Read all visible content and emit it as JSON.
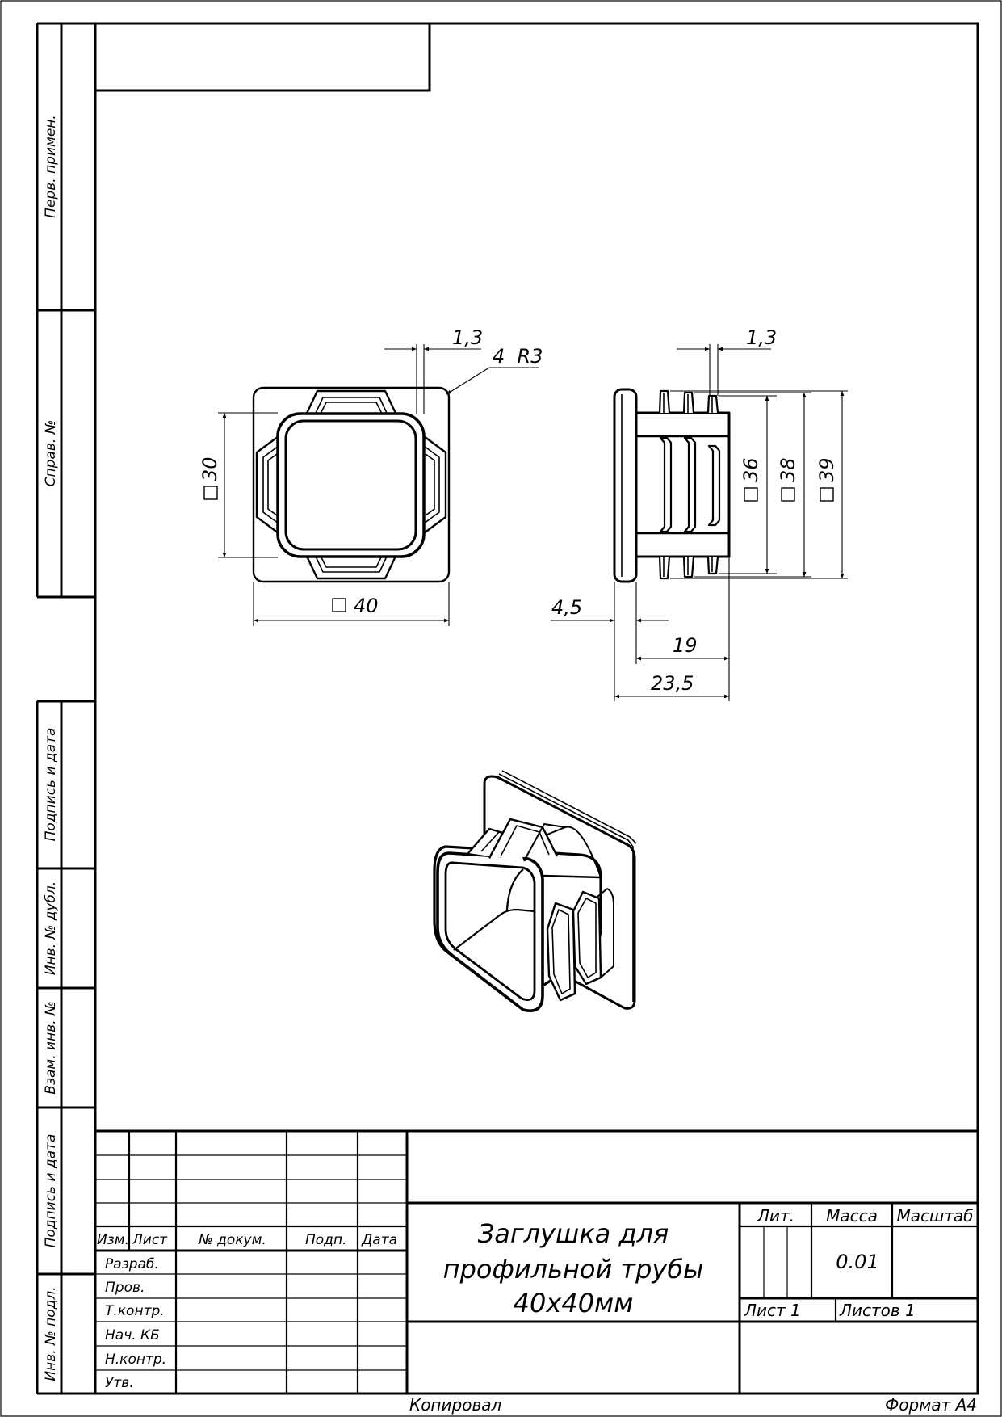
{
  "side_strip": {
    "perv_primen": "Перв. примен.",
    "sprav_no": "Справ. №",
    "podpis_data_1": "Подпись и дата",
    "inv_no_dubl": "Инв. № дубл.",
    "vzam_inv_no": "Взам. инв. №",
    "podpis_data_2": "Подпись и дата",
    "inv_no_podl": "Инв. № подл."
  },
  "dimensions": {
    "top_square_30": "30",
    "top_square_40": "40",
    "top_thickness": "1,3",
    "top_radius": "4  R3",
    "side_thickness": "1,3",
    "side_square_36": "36",
    "side_square_38": "38",
    "side_square_39": "39",
    "side_flange": "4,5",
    "side_body": "19",
    "side_total": "23,5"
  },
  "title_block": {
    "columns": {
      "izm": "Изм.",
      "list": "Лист",
      "no_dokum": "№ докум.",
      "podp": "Подп.",
      "data": "Дата"
    },
    "roles": {
      "razrab": "Разраб.",
      "prov": "Пров.",
      "t_kontr": "Т.контр.",
      "nach_kb": "Нач. КБ",
      "n_kontr": "Н.контр.",
      "utv": "Утв."
    },
    "title_line_1": "Заглушка для",
    "title_line_2": "профильной трубы",
    "title_line_3": "40х40мм",
    "lit_label": "Лит.",
    "massa_label": "Масса",
    "masshtab_label": "Масштаб",
    "massa_value": "0.01",
    "list_label": "Лист 1",
    "listov_label": "Листов 1"
  },
  "footer": {
    "kopiroval": "Копировал",
    "format": "Формат А4"
  }
}
